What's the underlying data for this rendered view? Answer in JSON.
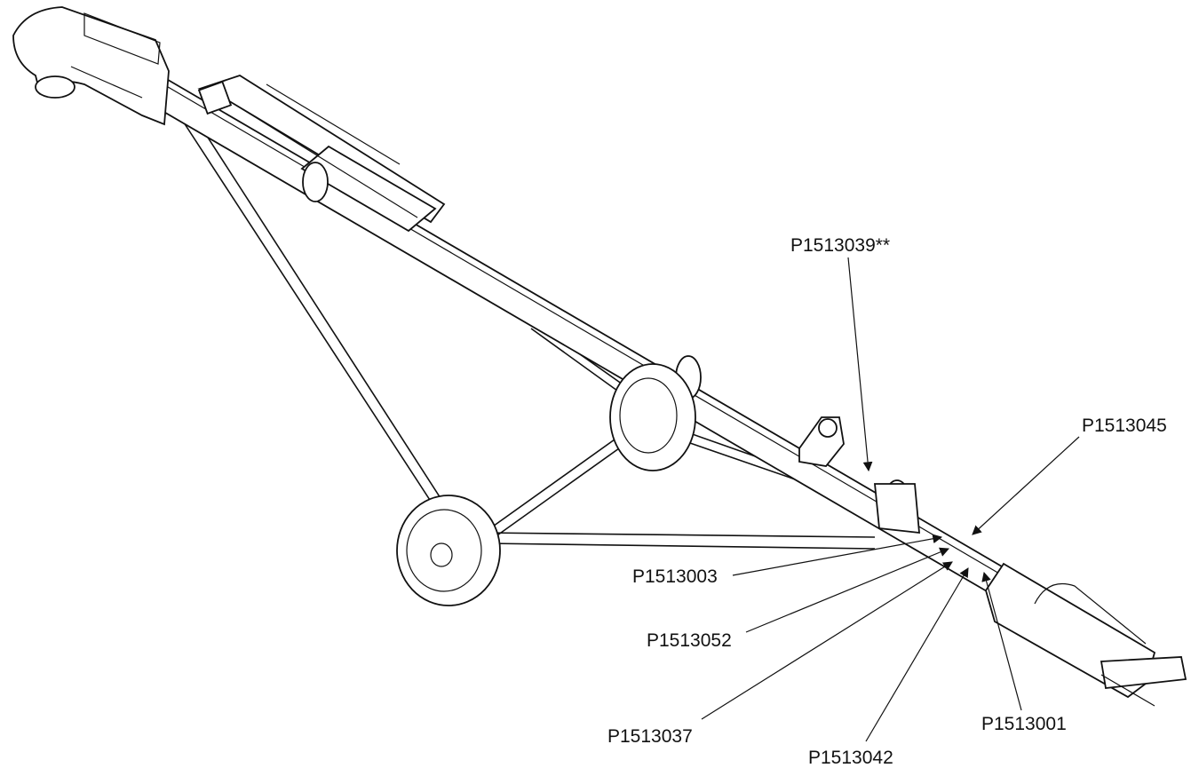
{
  "diagram": {
    "labels": {
      "p1513039": "P1513039**",
      "p1513045": "P1513045",
      "p1513003": "P1513003",
      "p1513052": "P1513052",
      "p1513037": "P1513037",
      "p1513042": "P1513042",
      "p1513001": "P1513001"
    }
  }
}
